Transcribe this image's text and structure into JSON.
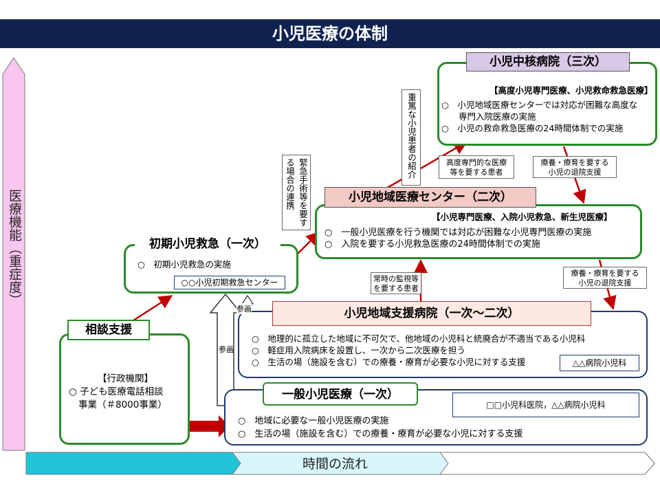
{
  "title": "小児医療の体制",
  "axis": {
    "vertical_label": "医療機能（重症度）",
    "horizontal_label": "時間の流れ"
  },
  "colors": {
    "title_bg": "#0f2250",
    "green_border": "#2a8a2a",
    "navy_border": "#1f3a6e",
    "red_arrow": "#c00000",
    "tertiary_header_bg": "#d9c8e6",
    "secondary_header_bg": "#f2c9c4",
    "support_header_bg": "#fde9e1",
    "pink_arrow": "#f7b8e6",
    "cyan_arrow": "#33ccdd"
  },
  "boxes": {
    "tertiary": {
      "title": "小児中核病院（三次）",
      "subtitle": "【高度小児専門医療、小児救命救急医療】",
      "items": [
        "○　小児地域医療センターでは対応が困難な高度な",
        "　　専門入院医療の実施",
        "○　小児の救命救急医療の24時間体制での実施"
      ]
    },
    "secondary": {
      "title": "小児地域医療センター（二次）",
      "subtitle": "【小児専門医療、入院小児救急、新生児医療】",
      "items": [
        "○　一般小児医療を行う機関では対応が困難な小児専門医療の実施",
        "○　入院を要する小児救急医療の24時間体制での実施"
      ]
    },
    "initial_emergency": {
      "title": "初期小児救急（一次）",
      "items": [
        "○　初期小児救急の実施"
      ],
      "example": "○○小児初期救急センター"
    },
    "consultation": {
      "title": "相談支援",
      "items": [
        "【行政機関】",
        "○ 子ども医療電話相談",
        "事業（＃8000事業）"
      ]
    },
    "regional_support": {
      "title": "小児地域支援病院（一次～二次）",
      "items": [
        "○　地理的に孤立した地域に不可欠で、他地域の小児科と統廃合が不適当である小児科",
        "○　軽症用入院病床を設置し、一次から二次医療を担う",
        "○　生活の場（施設を含む）での療養・療育が必要な小児に対する支援"
      ],
      "example": "△△病院小児科"
    },
    "general": {
      "title": "一般小児医療（一次）",
      "items": [
        "○　地域に必要な一般小児医療の実施",
        "○　生活の場（施設を含む）での療養・療育が必要な小児に対する支援"
      ],
      "example": "□□小児科医院，△△病院小児科"
    }
  },
  "notes": {
    "severe_referral": "重篤な小児患者の紹介",
    "emergency_surgery": "緊急手術等を要する場合の連携",
    "advanced_care": [
      "高度専門的な医療",
      "等を要する患者"
    ],
    "discharge_support_top": [
      "療養・療育を要する",
      "小児の退院支援"
    ],
    "discharge_support_mid": [
      "療養・療育を要する",
      "小児の退院支援"
    ],
    "constant_monitoring": [
      "常時の監視等",
      "を要する患者"
    ],
    "participation_1": "参画",
    "participation_2": "参画"
  }
}
